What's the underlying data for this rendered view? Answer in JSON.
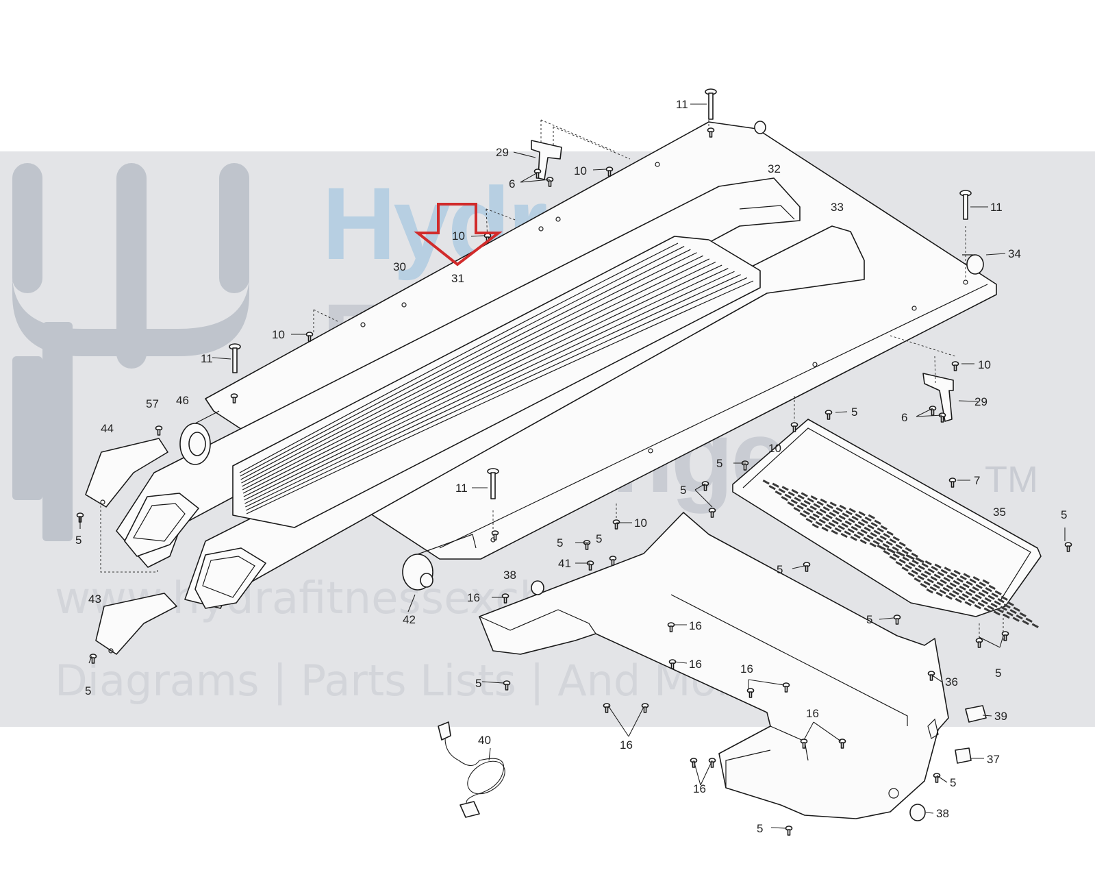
{
  "watermark": {
    "line1": "Hydra",
    "line2": "Fitness",
    "line3": "Exchange",
    "trademark": "TM",
    "url": "www.hydrafitnessexchange.com",
    "tagline": "Diagrams | Parts Lists | And More"
  },
  "colors": {
    "watermark_band": "#e3e4e7",
    "watermark_logo": "#bfc4cc",
    "watermark_accent": "#b7cfe2",
    "highlight_arrow": "#d12b2b",
    "line_art": "#1a1a1a"
  },
  "callouts": [
    {
      "id": "c11a",
      "label": "11"
    },
    {
      "id": "c29a",
      "label": "29"
    },
    {
      "id": "c10a",
      "label": "10"
    },
    {
      "id": "c6a",
      "label": "6"
    },
    {
      "id": "c32",
      "label": "32"
    },
    {
      "id": "c33",
      "label": "33"
    },
    {
      "id": "c11b",
      "label": "11"
    },
    {
      "id": "c34",
      "label": "34"
    },
    {
      "id": "c10b",
      "label": "10"
    },
    {
      "id": "c30",
      "label": "30"
    },
    {
      "id": "c31",
      "label": "31"
    },
    {
      "id": "c10c",
      "label": "10"
    },
    {
      "id": "c11c",
      "label": "11"
    },
    {
      "id": "c10d",
      "label": "10"
    },
    {
      "id": "c29b",
      "label": "29"
    },
    {
      "id": "c6b",
      "label": "6"
    },
    {
      "id": "c57",
      "label": "57"
    },
    {
      "id": "c46",
      "label": "46"
    },
    {
      "id": "c44",
      "label": "44"
    },
    {
      "id": "c5a",
      "label": "5"
    },
    {
      "id": "c10e",
      "label": "10"
    },
    {
      "id": "c5b",
      "label": "5"
    },
    {
      "id": "c7",
      "label": "7"
    },
    {
      "id": "c5c",
      "label": "5"
    },
    {
      "id": "c11d",
      "label": "11"
    },
    {
      "id": "c5d",
      "label": "5"
    },
    {
      "id": "c10f",
      "label": "10"
    },
    {
      "id": "c35",
      "label": "35"
    },
    {
      "id": "c5e",
      "label": "5"
    },
    {
      "id": "c5f",
      "label": "5"
    },
    {
      "id": "c5g",
      "label": "5"
    },
    {
      "id": "c41",
      "label": "41"
    },
    {
      "id": "c5h",
      "label": "5"
    },
    {
      "id": "c38a",
      "label": "38"
    },
    {
      "id": "c16a",
      "label": "16"
    },
    {
      "id": "c43",
      "label": "43"
    },
    {
      "id": "c42",
      "label": "42"
    },
    {
      "id": "c5i",
      "label": "5"
    },
    {
      "id": "c5j",
      "label": "5"
    },
    {
      "id": "c16b",
      "label": "16"
    },
    {
      "id": "c16c",
      "label": "16"
    },
    {
      "id": "c5k",
      "label": "5"
    },
    {
      "id": "c5l",
      "label": "5"
    },
    {
      "id": "c16d",
      "label": "16"
    },
    {
      "id": "c36",
      "label": "36"
    },
    {
      "id": "c39",
      "label": "39"
    },
    {
      "id": "c16e",
      "label": "16"
    },
    {
      "id": "c40",
      "label": "40"
    },
    {
      "id": "c16f",
      "label": "16"
    },
    {
      "id": "c37",
      "label": "37"
    },
    {
      "id": "c5m",
      "label": "5"
    },
    {
      "id": "c16g",
      "label": "16"
    },
    {
      "id": "c38b",
      "label": "38"
    },
    {
      "id": "c5n",
      "label": "5"
    }
  ]
}
